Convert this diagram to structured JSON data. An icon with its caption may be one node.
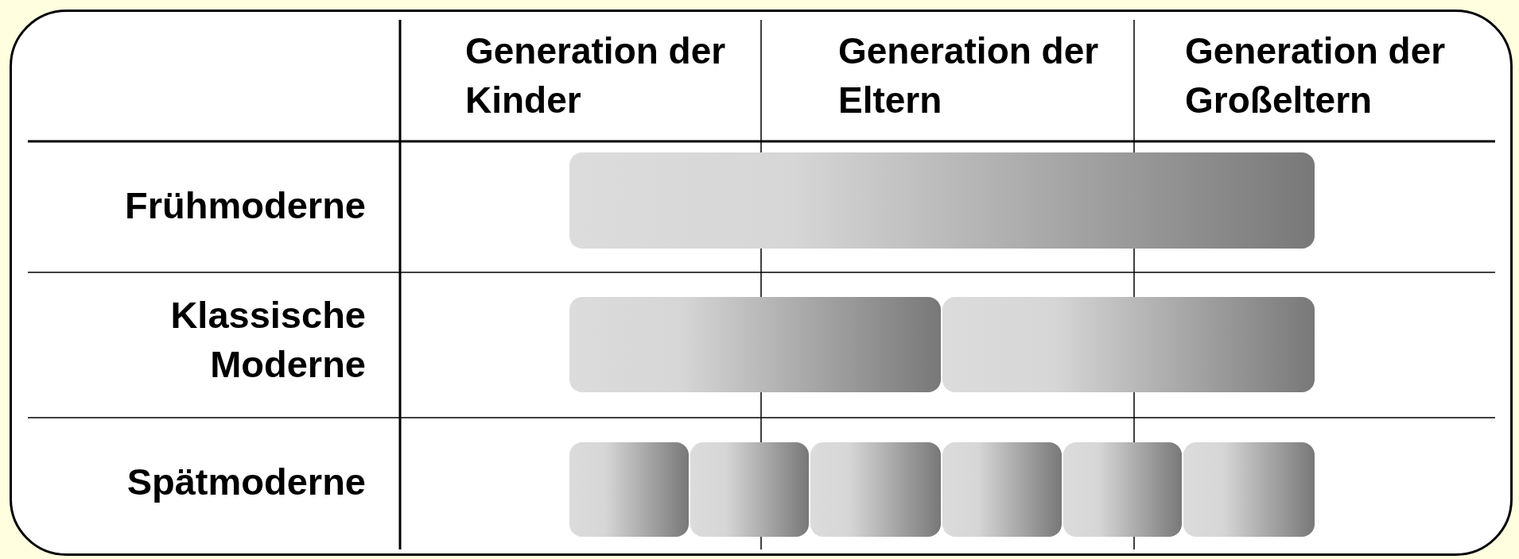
{
  "diagram": {
    "nodes": [
      {
        "text": [],
        "shape": "bar"
      },
      {
        "text": [],
        "shape": "bar"
      },
      {
        "text": [],
        "shape": "bar"
      },
      {
        "text": [],
        "shape": "bar"
      },
      {
        "text": [],
        "shape": "bar"
      },
      {
        "text": [],
        "shape": "bar"
      },
      {
        "text": [],
        "shape": "bar"
      },
      {
        "text": [],
        "shape": "bar"
      },
      {
        "text": [],
        "shape": "bar"
      }
    ],
    "labels": [
      "Generation der Kinder",
      "Generation der Eltern",
      "Generation der Großeltern",
      "Frühmoderne",
      "Klassische Moderne",
      "Spätmoderne"
    ]
  }
}
